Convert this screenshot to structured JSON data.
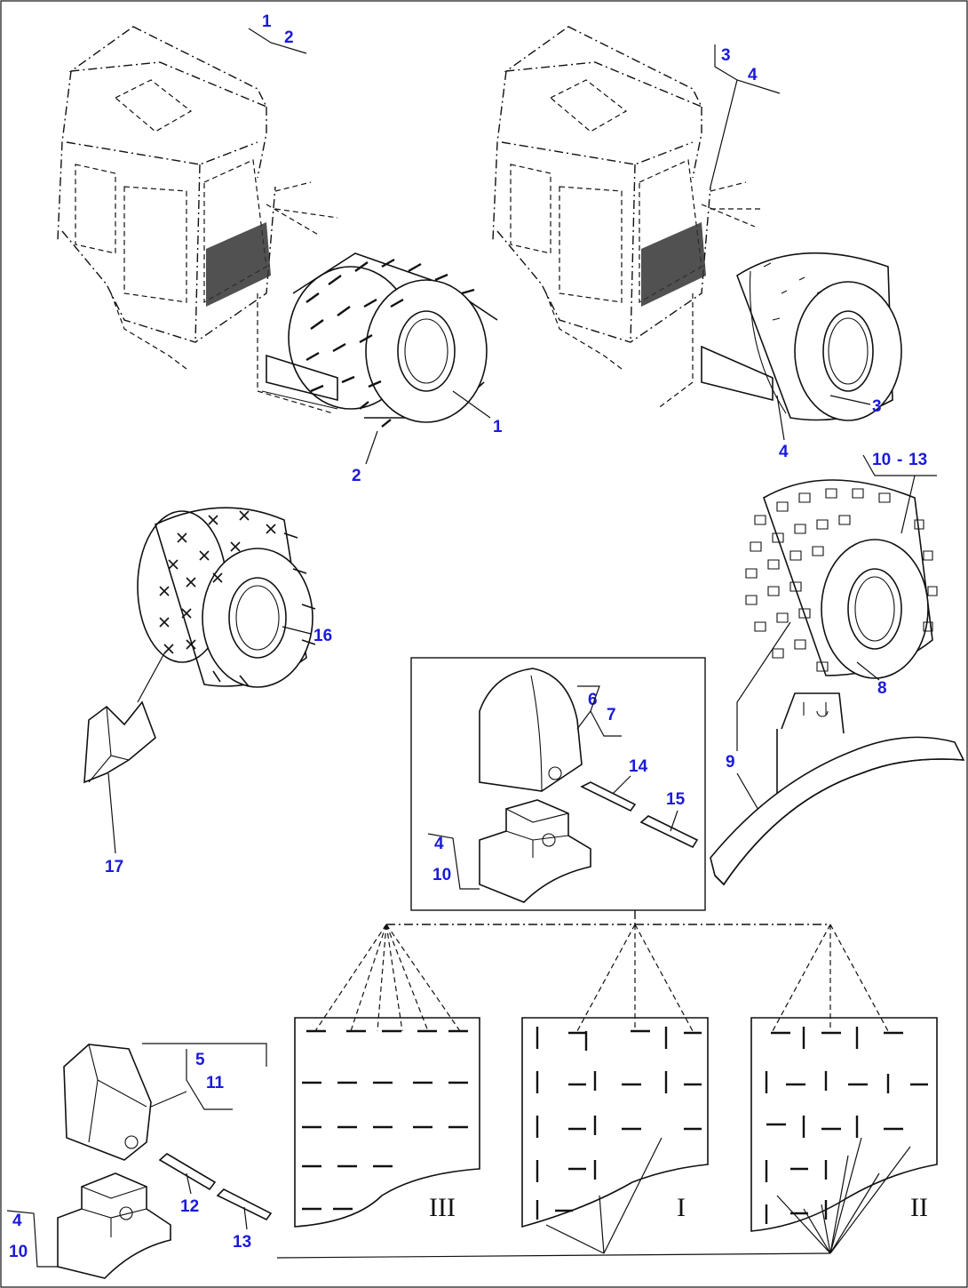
{
  "colors": {
    "callout": "#1a1adb",
    "ink": "#111111",
    "background": "#ffffff"
  },
  "callouts": {
    "c1a": "1",
    "c2a": "2",
    "c3a": "3",
    "c4a": "4",
    "c1b": "1",
    "c2b": "2",
    "c3b": "3",
    "c4b": "4",
    "c10_13_from": "10",
    "c10_13_dash": "-",
    "c10_13_to": "13",
    "c16": "16",
    "c8": "8",
    "c9": "9",
    "c17": "17",
    "c6": "6",
    "c7": "7",
    "c14": "14",
    "c15": "15",
    "c4c": "4",
    "c10c": "10",
    "c5": "5",
    "c11": "11",
    "c12": "12",
    "c13": "13",
    "c4d": "4",
    "c10d": "10"
  },
  "patterns": {
    "left": "III",
    "middle": "I",
    "right": "II"
  }
}
